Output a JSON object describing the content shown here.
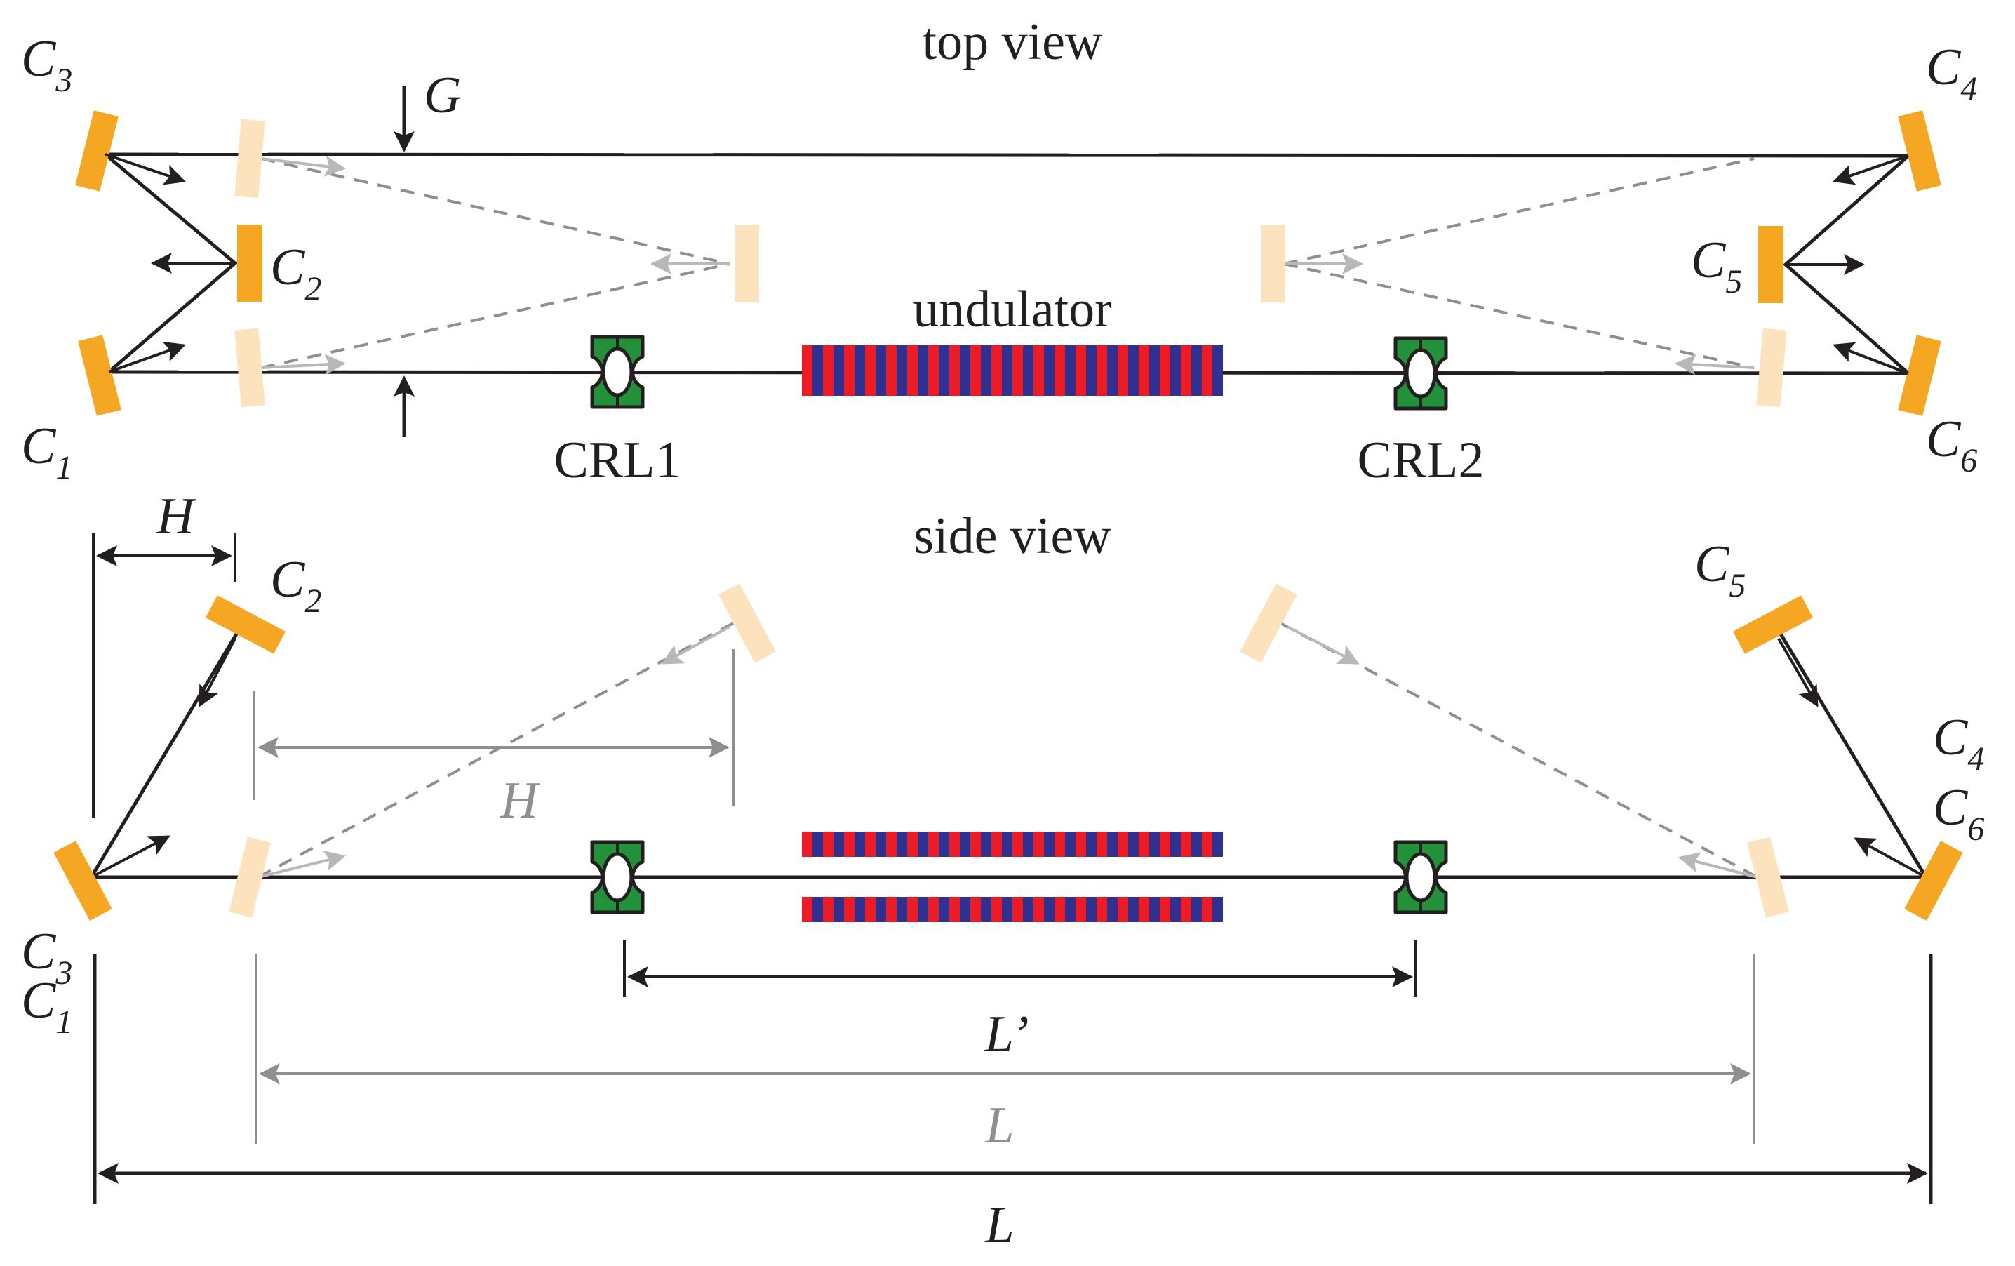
{
  "colors": {
    "mirror": "#f5a623",
    "mirror_ghost": "#fde3bd",
    "lens": "#22913a",
    "und_red": "#ed1c24",
    "und_blue": "#2e3192",
    "line": "#231f20",
    "dim_gray": "#8f8f8f"
  },
  "top_view": {
    "title": "top view",
    "undulator_label": "undulator",
    "crl1_label": "CRL1",
    "crl2_label": "CRL2",
    "gap_label": "G",
    "mirrors": {
      "c1": {
        "letter": "C",
        "sub": "1"
      },
      "c2": {
        "letter": "C",
        "sub": "2"
      },
      "c3": {
        "letter": "C",
        "sub": "3"
      },
      "c4": {
        "letter": "C",
        "sub": "4"
      },
      "c5": {
        "letter": "C",
        "sub": "5"
      },
      "c6": {
        "letter": "C",
        "sub": "6"
      }
    }
  },
  "side_view": {
    "title": "side view",
    "h_label": "H",
    "h_label_gray": "H",
    "l_prime_label": "L’",
    "l_label_gray": "L",
    "l_label": "L",
    "mirrors": {
      "c2": {
        "letter": "C",
        "sub": "2"
      },
      "c5": {
        "letter": "C",
        "sub": "5"
      },
      "c3": {
        "letter": "C",
        "sub": "3"
      },
      "c1": {
        "letter": "C",
        "sub": "1"
      },
      "c4": {
        "letter": "C",
        "sub": "4"
      },
      "c6": {
        "letter": "C",
        "sub": "6"
      }
    }
  }
}
